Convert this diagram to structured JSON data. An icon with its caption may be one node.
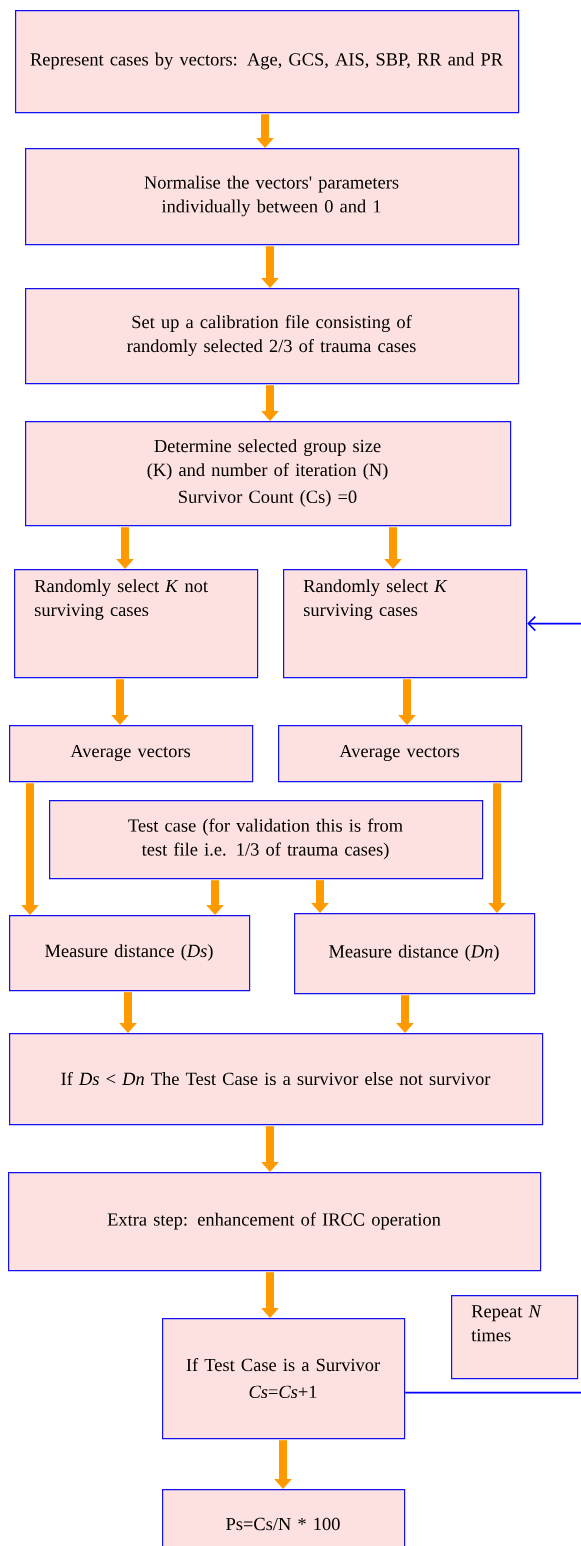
{
  "diagram": {
    "nodes": [
      {
        "text": [
          "Represent cases by vectors: Age, GCS, AIS, SBP, RR and PR"
        ]
      },
      {
        "text": [
          "Normalise the vectors' parameters individually between 0 and 1"
        ]
      },
      {
        "text": [
          "Set up a calibration file consisting of randomly selected 2/3 of trauma cases"
        ]
      },
      {
        "text": [
          "Determine selected group size (K) and number of iteration (N)",
          "Survivor Count (Cs) =0"
        ]
      },
      {
        "text": [
          "Randomly select *K* not surviving cases"
        ]
      },
      {
        "text": [
          "Randomly select *K* surviving cases"
        ]
      },
      {
        "text": [
          "Average vectors"
        ]
      },
      {
        "text": [
          "Average vectors"
        ]
      },
      {
        "text": [
          "Test case (for validation this is from test file i.e. 1/3 of trauma cases)"
        ]
      },
      {
        "text": [
          "Measure distance (*Ds*)"
        ]
      },
      {
        "text": [
          "Measure distance (*Dn*)"
        ]
      },
      {
        "text": [
          "If *Ds* < *Dn* The Test Case is a survivor else not survivor"
        ]
      },
      {
        "text": [
          "Extra step: enhancement of IRCC operation"
        ]
      },
      {
        "text": [
          "If Test Case is a Survivor",
          "*Cs*=*Cs*+1"
        ]
      },
      {
        "text": [
          "Repeat *N* times"
        ]
      },
      {
        "text": [
          "Ps=Cs/N * 100"
        ]
      }
    ],
    "edges": [
      {
        "from": 0,
        "to": 1,
        "arrow": "to"
      },
      {
        "from": 1,
        "to": 2,
        "arrow": "to"
      },
      {
        "from": 2,
        "to": 3,
        "arrow": "to"
      },
      {
        "from": 3,
        "to": 4,
        "arrow": "to"
      },
      {
        "from": 3,
        "to": 5,
        "arrow": "to"
      },
      {
        "from": 4,
        "to": 6,
        "arrow": "to"
      },
      {
        "from": 5,
        "to": 7,
        "arrow": "to"
      },
      {
        "from": 6,
        "to": 9,
        "arrow": "to"
      },
      {
        "from": 8,
        "to": 9,
        "arrow": "to"
      },
      {
        "from": 8,
        "to": 10,
        "arrow": "to"
      },
      {
        "from": 7,
        "to": 10,
        "arrow": "to"
      },
      {
        "from": 9,
        "to": 11,
        "arrow": "to"
      },
      {
        "from": 10,
        "to": 11,
        "arrow": "to"
      },
      {
        "from": 11,
        "to": 12,
        "arrow": "to"
      },
      {
        "from": 12,
        "to": 13,
        "arrow": "to"
      },
      {
        "from": 13,
        "to": 15,
        "arrow": "to"
      },
      {
        "from": 13,
        "to": 5,
        "arrow": "to",
        "color": "#0000ff"
      }
    ]
  }
}
